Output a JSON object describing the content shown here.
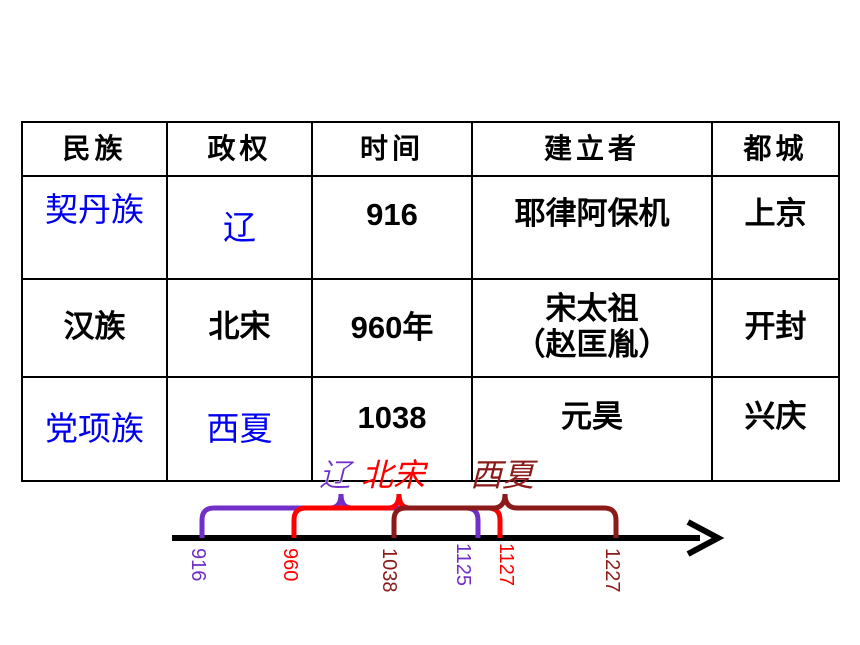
{
  "table": {
    "headers": [
      "民族",
      "政权",
      "时间",
      "建立者",
      "都城"
    ],
    "rows": [
      {
        "ethnic": "契丹族",
        "regime": "辽",
        "time": "916",
        "founder": "耶律阿保机",
        "founder_note": "",
        "capital": "上京"
      },
      {
        "ethnic": "汉族",
        "regime": "北宋",
        "time": "960年",
        "founder": "宋太祖",
        "founder_note": "（赵匡胤）",
        "capital": "开封"
      },
      {
        "ethnic": "党项族",
        "regime": "西夏",
        "time": "1038",
        "founder": "元昊",
        "founder_note": "",
        "capital": "兴庆"
      }
    ]
  },
  "timeline": {
    "labels": {
      "liao": "辽",
      "song": "北宋",
      "xixia": "西夏"
    },
    "ticks": [
      "916",
      "960",
      "1038",
      "1125",
      "1127",
      "1227"
    ],
    "colors": {
      "liao": "#7030c8",
      "song": "#ff0000",
      "xixia": "#8b1a1a",
      "axis": "#000000"
    }
  }
}
